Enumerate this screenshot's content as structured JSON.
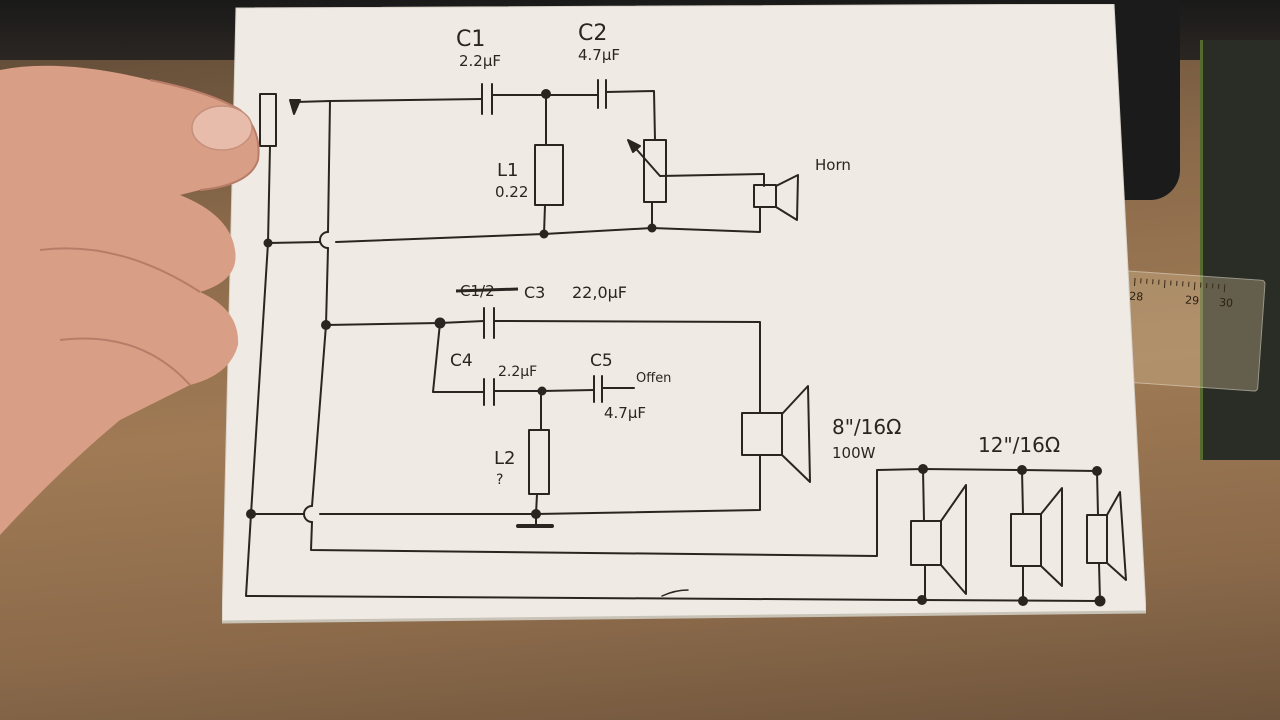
{
  "diagram": {
    "components": {
      "c1": {
        "name": "C1",
        "value": "2.2µF"
      },
      "c2": {
        "name": "C2",
        "value": "4.7µF"
      },
      "l1": {
        "name": "L1",
        "value": "0.22"
      },
      "horn": {
        "label": "Horn"
      },
      "c3": {
        "struck_label": "C1/2",
        "name": "C3",
        "value": "22,0µF"
      },
      "c4": {
        "name": "C4",
        "value": "2.2µF"
      },
      "c5": {
        "name": "C5",
        "value": "4.7µF",
        "note": "Offen"
      },
      "l2": {
        "name": "L2",
        "value": "?"
      },
      "woofer8": {
        "size": "8\"/16Ω",
        "power": "100W"
      },
      "woofer12": {
        "size": "12\"/16Ω"
      }
    },
    "ruler": {
      "ticks": [
        "28",
        "29",
        "30"
      ]
    },
    "colors": {
      "ink": "#2a2520",
      "paper": "#efebe4",
      "wood": "#a07a55"
    }
  }
}
